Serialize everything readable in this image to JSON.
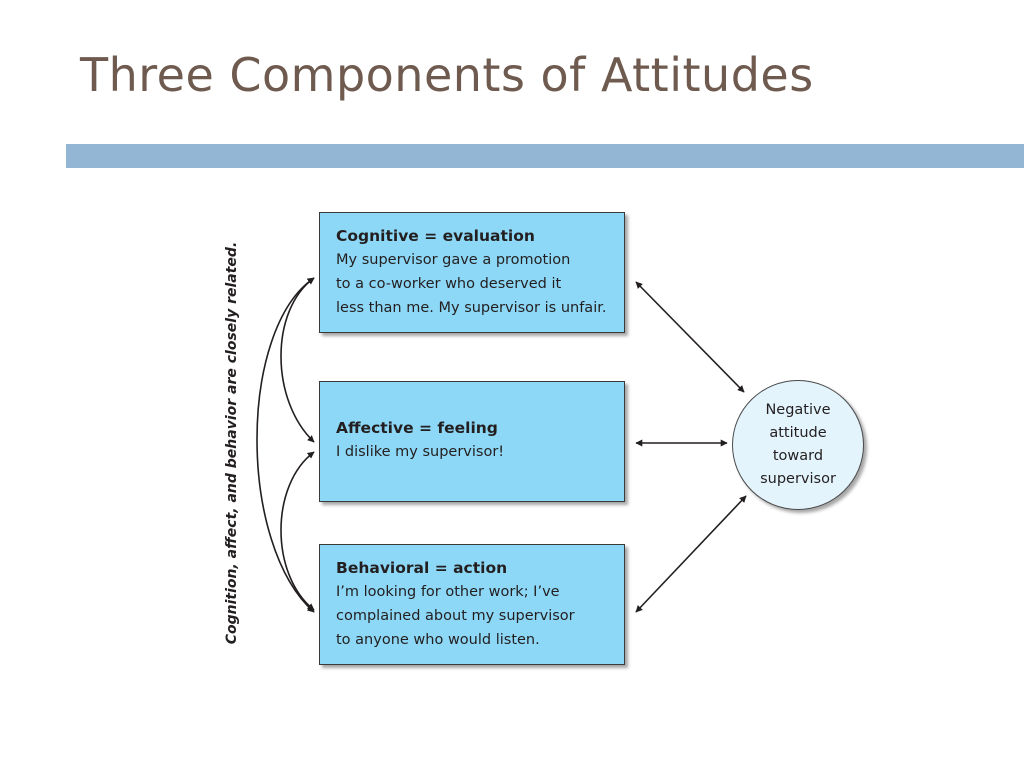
{
  "slide": {
    "title": "Three Components of Attitudes"
  },
  "diagram": {
    "side_label": "Cognition, affect, and behavior are closely related.",
    "components": [
      {
        "title": "Cognitive = evaluation",
        "text": "My supervisor gave a promotion\nto a co-worker who deserved it\nless than me. My supervisor is unfair."
      },
      {
        "title": "Affective = feeling",
        "text": "I dislike my supervisor!"
      },
      {
        "title": "Behavioral = action",
        "text": "I’m looking for other work; I’ve\ncomplained about my supervisor\nto anyone who would listen."
      }
    ],
    "outcome": "Negative\nattitude\ntoward\nsupervisor"
  },
  "colors": {
    "title": "#6e5a4e",
    "title_bar": "#93b6d5",
    "box_fill": "#8dd8f6",
    "circle_fill": "#e3f4fd"
  }
}
